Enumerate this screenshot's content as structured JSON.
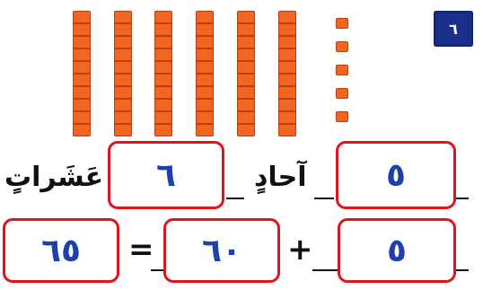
{
  "exercise": {
    "number": "٦"
  },
  "blocks": {
    "tens_rods": 6,
    "unit_cubes": 5
  },
  "row1": {
    "tens_label": "عَشَراتٍ",
    "tens_value": "٦",
    "ones_label": "آحادٍ",
    "ones_value": "٥"
  },
  "row2": {
    "total": "٦٥",
    "equals": "=",
    "tens_value": "٦٠",
    "plus": "+",
    "ones_value": "٥"
  },
  "colors": {
    "block_orange": "#f26522",
    "box_red": "#e1141e",
    "answer_blue": "#1e3fae",
    "badge_navy": "#1a2f8a"
  }
}
